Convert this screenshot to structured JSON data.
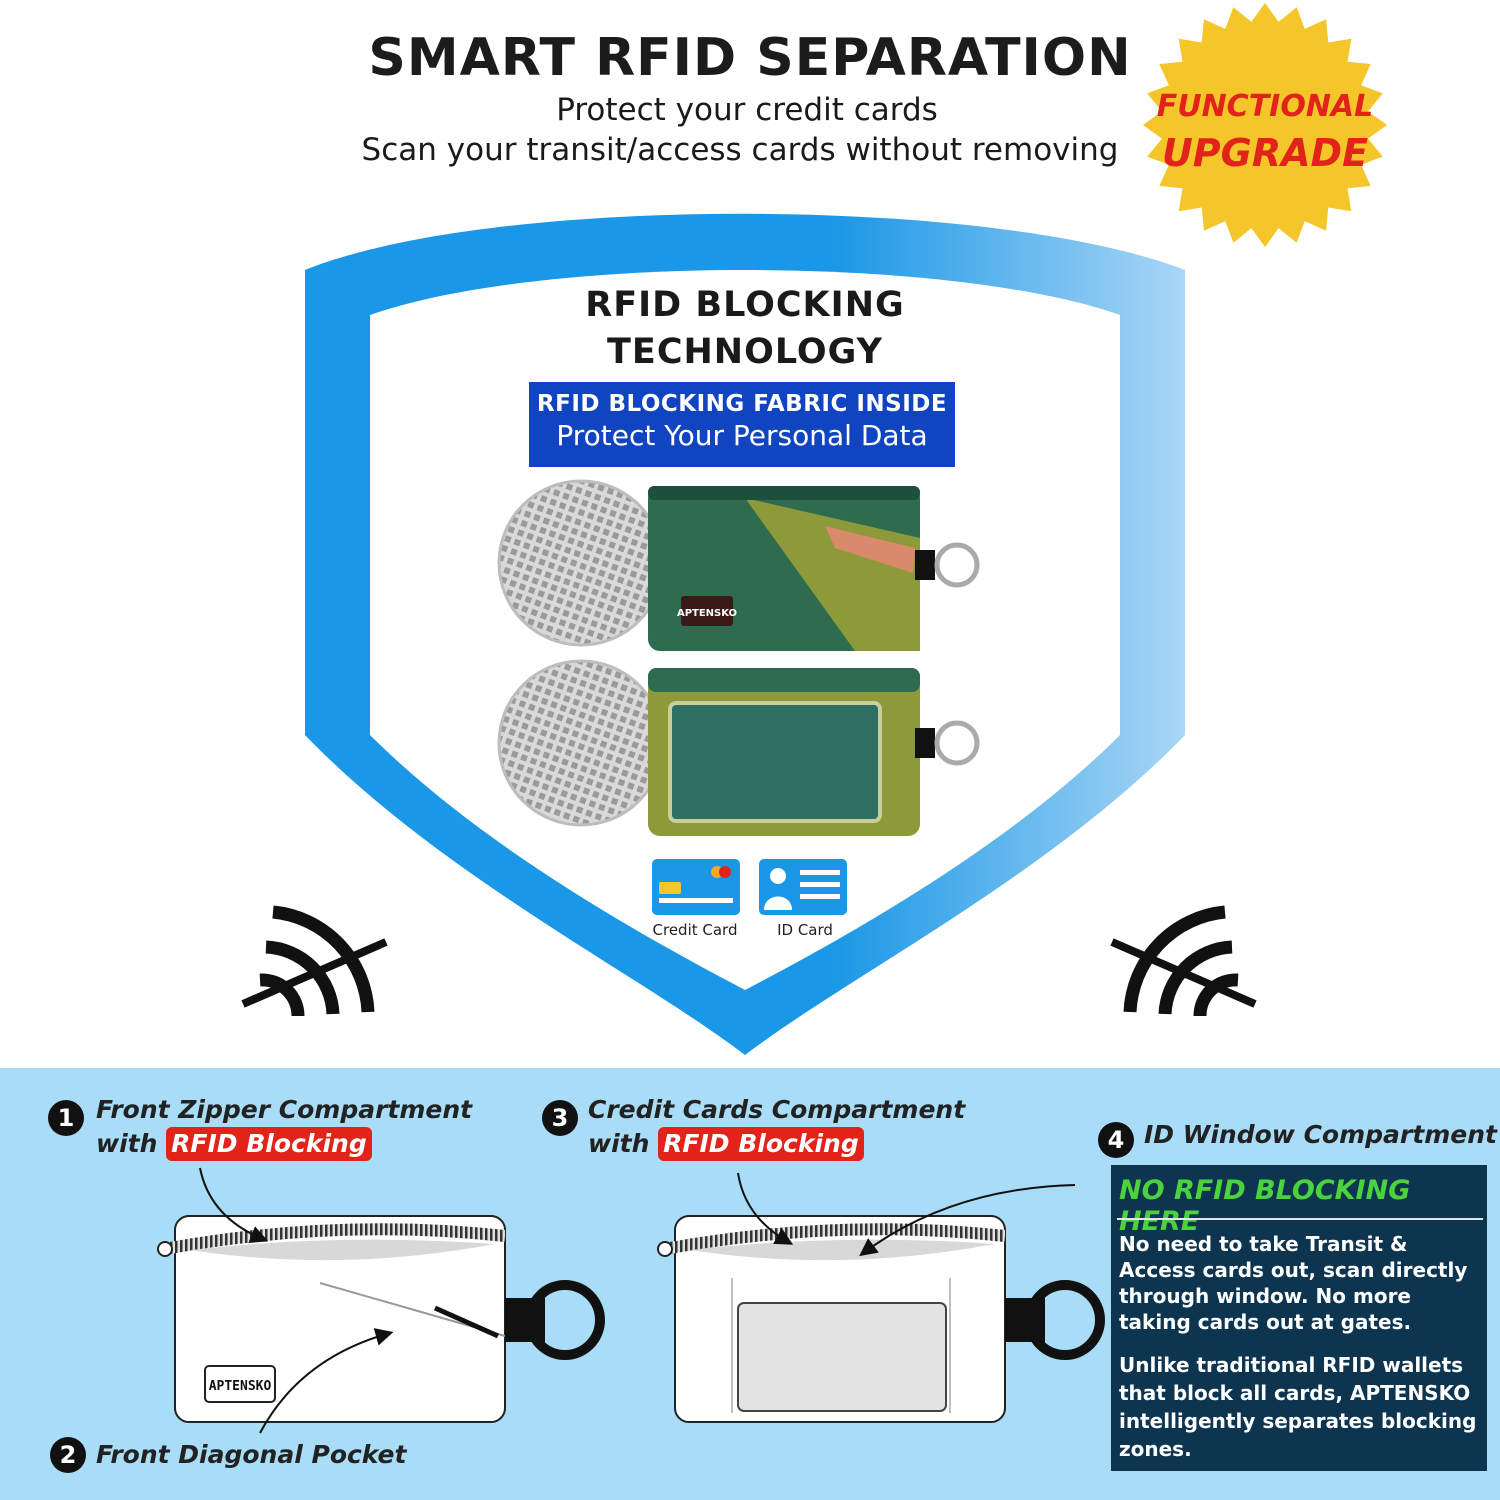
{
  "header": {
    "headline": "SMART RFID SEPARATION",
    "subline_1": "Protect your credit cards",
    "subline_2": "Scan your transit/access cards without removing"
  },
  "badge": {
    "line_1": "FUNCTIONAL",
    "line_2": "UPGRADE",
    "fill": "#f4c62a",
    "text_color": "#e2231a"
  },
  "shield": {
    "title_line_1": "RFID BLOCKING",
    "title_line_2": "TECHNOLOGY",
    "banner_line_1": "RFID BLOCKING FABRIC INSIDE",
    "banner_line_2": "Protect Your Personal Data",
    "brand_tag": "APTENSKO",
    "outline_color": "#1a97e6",
    "banner_color": "#1144c0"
  },
  "card_icons": [
    {
      "label": "Credit Card",
      "icon": "credit-card-icon"
    },
    {
      "label": "ID Card",
      "icon": "id-card-icon"
    }
  ],
  "signal_icons": [
    "no-signal-icon",
    "no-signal-icon"
  ],
  "compartments": [
    {
      "number": "1",
      "title": "Front Zipper Compartment",
      "prefix": "with",
      "tag": "RFID Blocking"
    },
    {
      "number": "2",
      "title": "Front Diagonal Pocket"
    },
    {
      "number": "3",
      "title": "Credit Cards Compartment",
      "prefix": "with",
      "tag": "RFID Blocking"
    },
    {
      "number": "4",
      "title": "ID Window Compartment"
    }
  ],
  "pouch_brand": "APTENSKO",
  "info_box": {
    "title": "NO RFID BLOCKING HERE",
    "paragraph_1": "No need to take Transit & Access cards out, scan directly through window. No more taking cards out at gates.",
    "paragraph_2": "Unlike traditional RFID wallets that block all cards, APTENSKO intelligently separates blocking zones.",
    "background": "#0e3550",
    "title_color": "#4bd33d"
  },
  "panel_color": "#a8dcf7"
}
